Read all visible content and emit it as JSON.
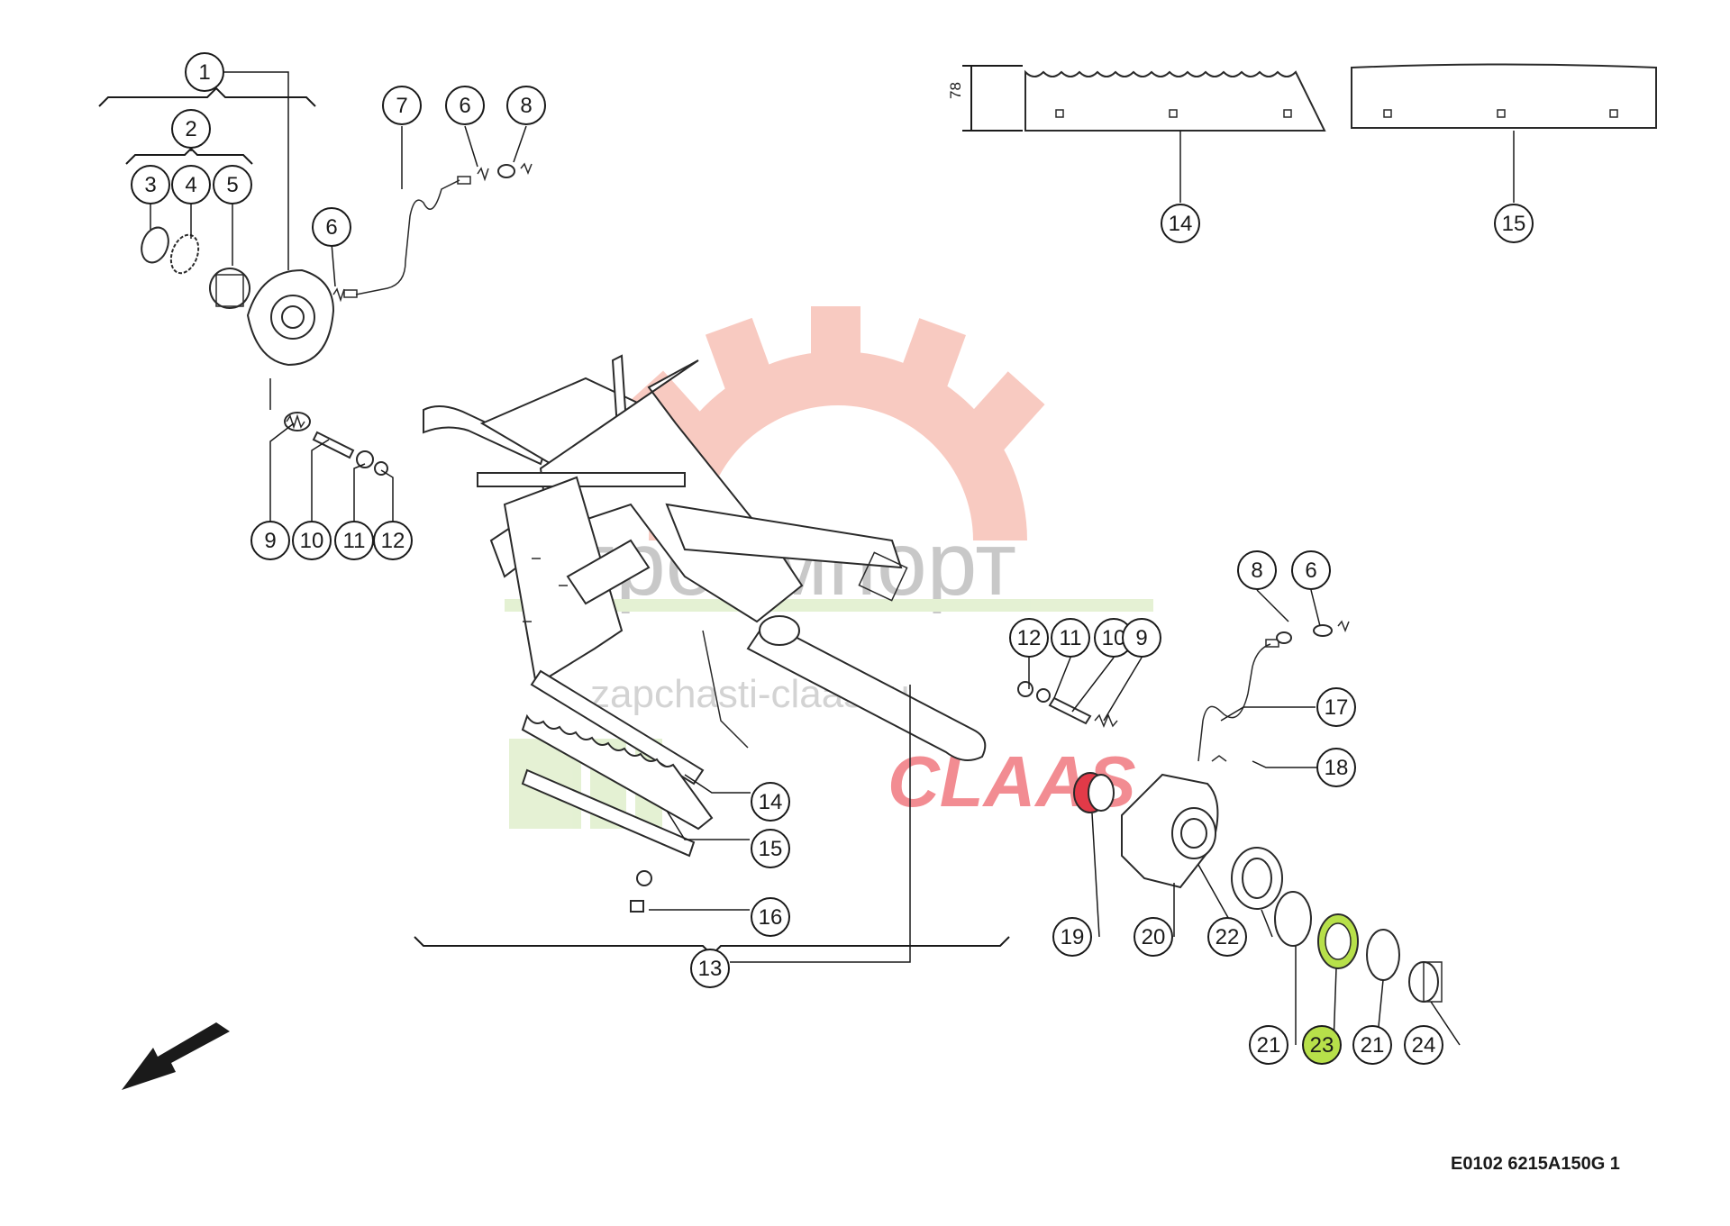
{
  "watermark": {
    "brand_name": "Агроимпорт",
    "site": "zapchasti-claas.ru",
    "logo": "CLAAS",
    "gear_color": "#f4a090",
    "claas_color": "#e8303a",
    "green_color": "#cfe6b0"
  },
  "dimension": {
    "value": "78"
  },
  "highlight": {
    "color": "#b7e04a",
    "red_part_color": "#e23a48"
  },
  "callouts": [
    {
      "id": "c1",
      "label": "1"
    },
    {
      "id": "c2",
      "label": "2"
    },
    {
      "id": "c3",
      "label": "3"
    },
    {
      "id": "c4",
      "label": "4"
    },
    {
      "id": "c5",
      "label": "5"
    },
    {
      "id": "c6a",
      "label": "6"
    },
    {
      "id": "c6b",
      "label": "6"
    },
    {
      "id": "c7",
      "label": "7"
    },
    {
      "id": "c8a",
      "label": "8"
    },
    {
      "id": "c9a",
      "label": "9"
    },
    {
      "id": "c10a",
      "label": "10"
    },
    {
      "id": "c11a",
      "label": "11"
    },
    {
      "id": "c12a",
      "label": "12"
    },
    {
      "id": "c14a",
      "label": "14"
    },
    {
      "id": "c15a",
      "label": "15"
    },
    {
      "id": "c12b",
      "label": "12"
    },
    {
      "id": "c11b",
      "label": "11"
    },
    {
      "id": "c10b",
      "label": "10"
    },
    {
      "id": "c9b",
      "label": "9"
    },
    {
      "id": "c8b",
      "label": "8"
    },
    {
      "id": "c6c",
      "label": "6"
    },
    {
      "id": "c17",
      "label": "17"
    },
    {
      "id": "c18",
      "label": "18"
    },
    {
      "id": "c14b",
      "label": "14"
    },
    {
      "id": "c15b",
      "label": "15"
    },
    {
      "id": "c16",
      "label": "16"
    },
    {
      "id": "c13",
      "label": "13"
    },
    {
      "id": "c19",
      "label": "19"
    },
    {
      "id": "c20",
      "label": "20"
    },
    {
      "id": "c22",
      "label": "22"
    },
    {
      "id": "c21a",
      "label": "21"
    },
    {
      "id": "c23",
      "label": "23"
    },
    {
      "id": "c21b",
      "label": "21"
    },
    {
      "id": "c24",
      "label": "24"
    }
  ],
  "footer": {
    "code": "E0102 6215A150G 1"
  }
}
